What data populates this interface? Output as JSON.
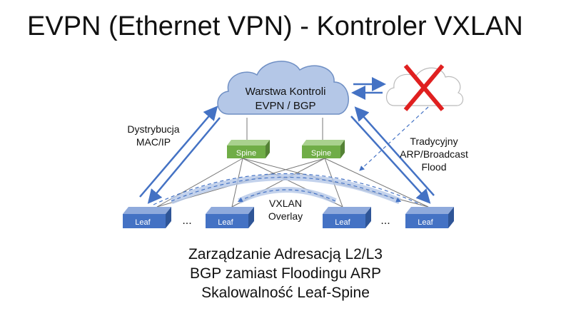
{
  "title": "EVPN (Ethernet VPN) - Kontroler VXLAN",
  "cloud": {
    "line1": "Warstwa Kontroli",
    "line2": "EVPN / BGP"
  },
  "left_label": {
    "line1": "Dystrybucja",
    "line2": "MAC/IP"
  },
  "right_label": {
    "line1": "Tradycyjny",
    "line2": "ARP/Broadcast",
    "line3": "Flood"
  },
  "overlay_label": {
    "line1": "VXLAN",
    "line2": "Overlay"
  },
  "spine_label": "Spine",
  "leaf_label": "Leaf",
  "ellipsis": "...",
  "bottom_lines": [
    "Zarządzanie Adresacją L2/L3",
    "BGP zamiast Floodingu ARP",
    "Skalowalność Leaf-Spine"
  ],
  "colors": {
    "blue": "#4472c4",
    "cloud": "#b4c7e7",
    "spine": "#70ad47",
    "leaf": "#4472c4",
    "red": "#e02020"
  }
}
